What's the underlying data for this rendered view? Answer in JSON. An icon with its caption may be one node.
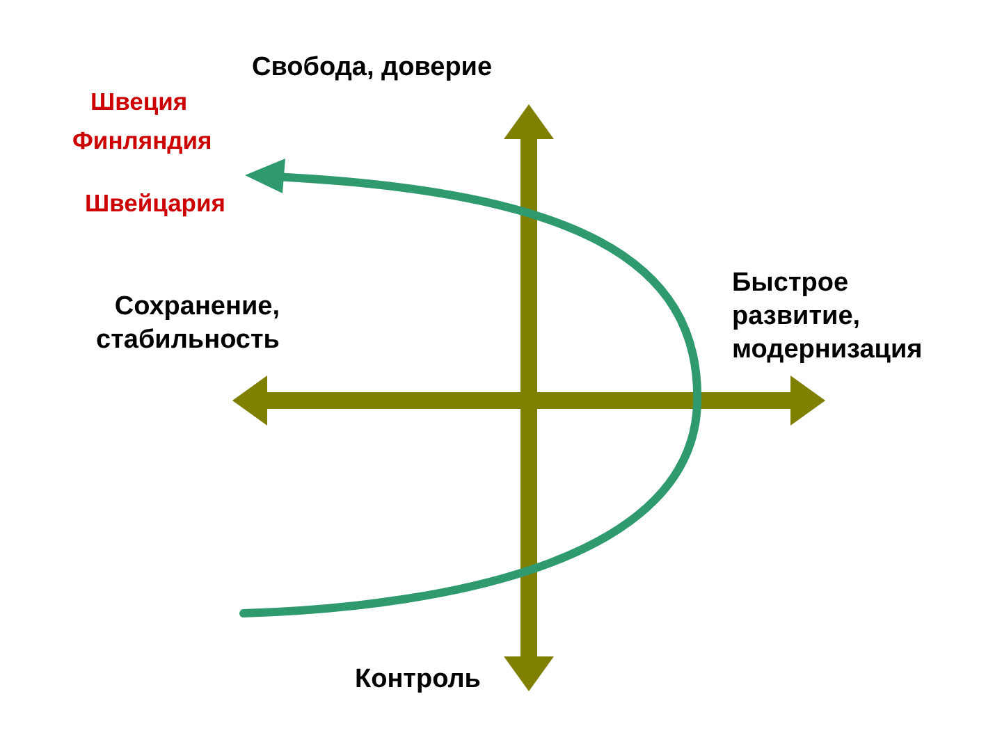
{
  "diagram": {
    "labels": [
      "Свобода, доверие",
      "Швеция",
      "Финляндия",
      "Швейцария",
      "Сохранение, стабильность",
      "Быстрое развитие, модернизация",
      "Контроль"
    ]
  }
}
